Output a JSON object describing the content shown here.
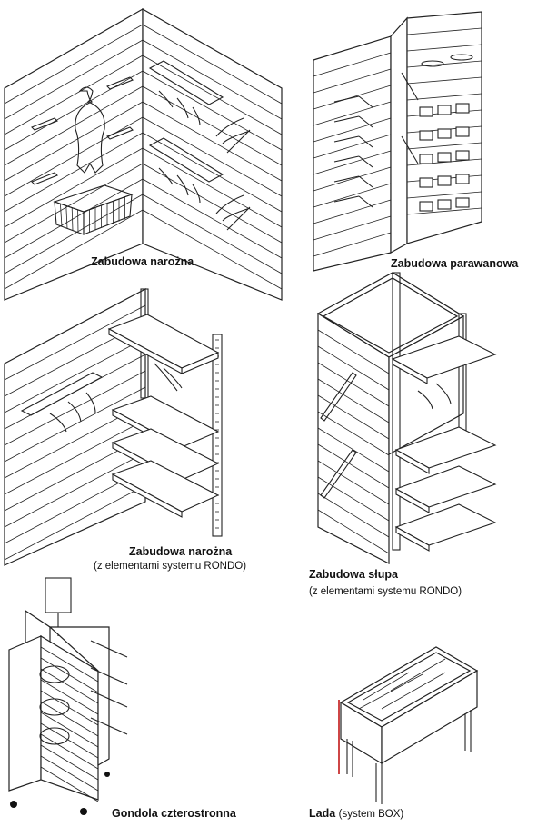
{
  "captions": {
    "corner": "Zabudowa narożna",
    "screen": "Zabudowa parawanowa",
    "corner_rondo_title": "Zabudowa narożna",
    "corner_rondo_sub": "(z elementami systemu RONDO)",
    "pillar_title": "Zabudowa słupa",
    "pillar_sub": "(z elementami systemu RONDO)",
    "gondola": "Gondola czterostronna",
    "counter_bold": "Lada",
    "counter_sub": "(system BOX)"
  },
  "colors": {
    "line": "#222222",
    "accent": "#c21818"
  }
}
